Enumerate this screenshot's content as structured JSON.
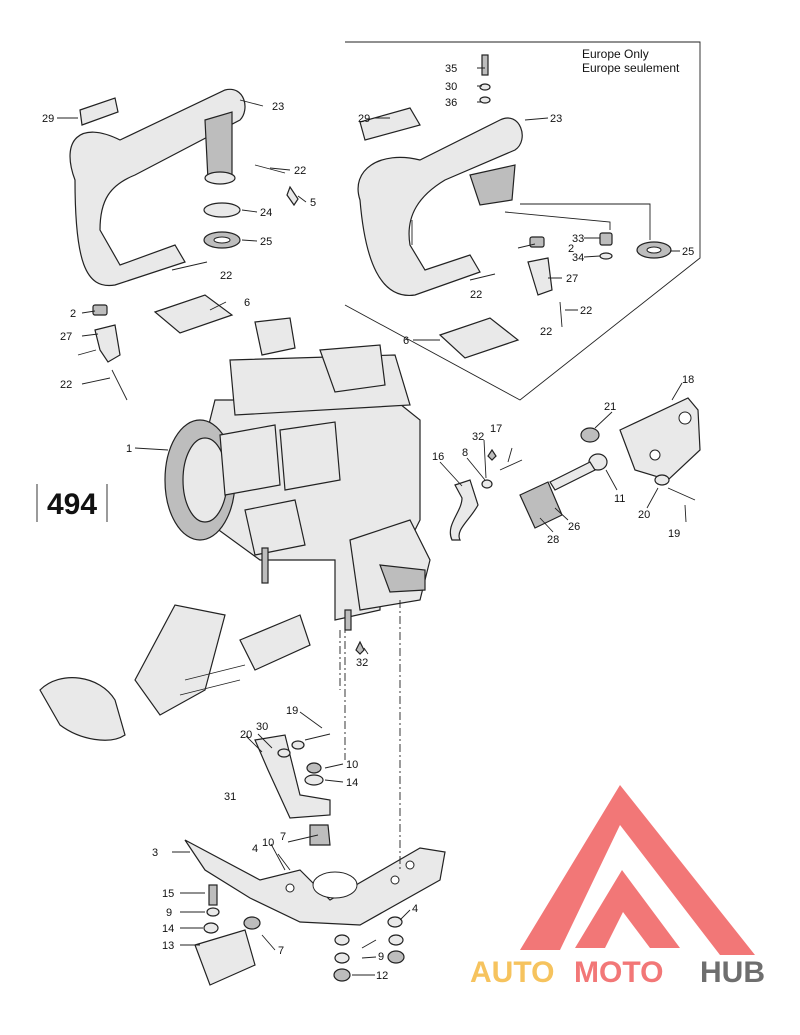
{
  "page_number": "494",
  "inset_note": [
    "Europe Only",
    "Europe seulement"
  ],
  "watermark": {
    "text": [
      "AUTO",
      "MOTO",
      "HUB"
    ],
    "colors": {
      "triangle": "#f06060",
      "auto": "#f5b942",
      "moto": "#f06060",
      "hub": "#555555"
    }
  },
  "callouts": [
    "29",
    "23",
    "22",
    "5",
    "24",
    "25",
    "22",
    "6",
    "2",
    "27",
    "22",
    "1",
    "35",
    "30",
    "36",
    "29",
    "23",
    "22",
    "33",
    "34",
    "25",
    "2",
    "27",
    "22",
    "22",
    "6",
    "18",
    "21",
    "32",
    "17",
    "16",
    "8",
    "11",
    "20",
    "19",
    "26",
    "28",
    "32",
    "19",
    "30",
    "20",
    "10",
    "14",
    "31",
    "7",
    "10",
    "4",
    "3",
    "15",
    "9",
    "14",
    "13",
    "7",
    "4",
    "9",
    "12"
  ]
}
